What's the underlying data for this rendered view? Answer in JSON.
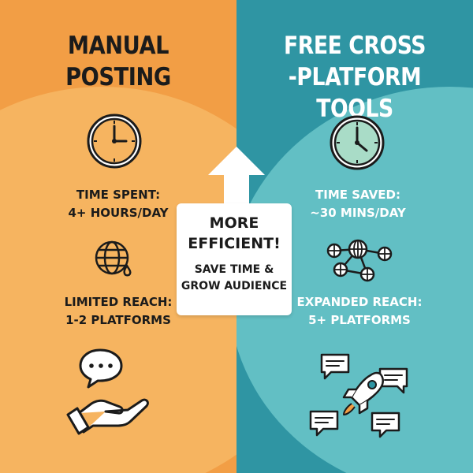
{
  "left": {
    "title_line1": "MANUAL",
    "title_line2": "POSTING",
    "time_line1": "TIME SPENT:",
    "time_line2": "4+ HOURS/DAY",
    "reach_line1": "LIMITED REACH:",
    "reach_line2": "1-2 PLATFORMS",
    "icons": [
      "clock-icon",
      "globe-icon",
      "hand-chat-icon"
    ]
  },
  "right": {
    "title_line1": "FREE CROSS",
    "title_line2": "-PLATFORM TOOLS",
    "time_line1": "TIME SAVED:",
    "time_line2": "~30 MINS/DAY",
    "reach_line1": "EXPANDED REACH:",
    "reach_line2": "5+ PLATFORMS",
    "icons": [
      "clock-icon",
      "network-icon",
      "rocket-chat-icon"
    ]
  },
  "center": {
    "headline_line1": "MORE",
    "headline_line2": "EFFICIENT!",
    "sub_line1": "SAVE TIME &",
    "sub_line2": "GROW AUDIENCE"
  },
  "colors": {
    "left_bg": "#F29E45",
    "left_blob": "#F6B460",
    "right_bg": "#2F95A3",
    "right_blob": "#62BFC4",
    "ink": "#1b1b1b"
  }
}
